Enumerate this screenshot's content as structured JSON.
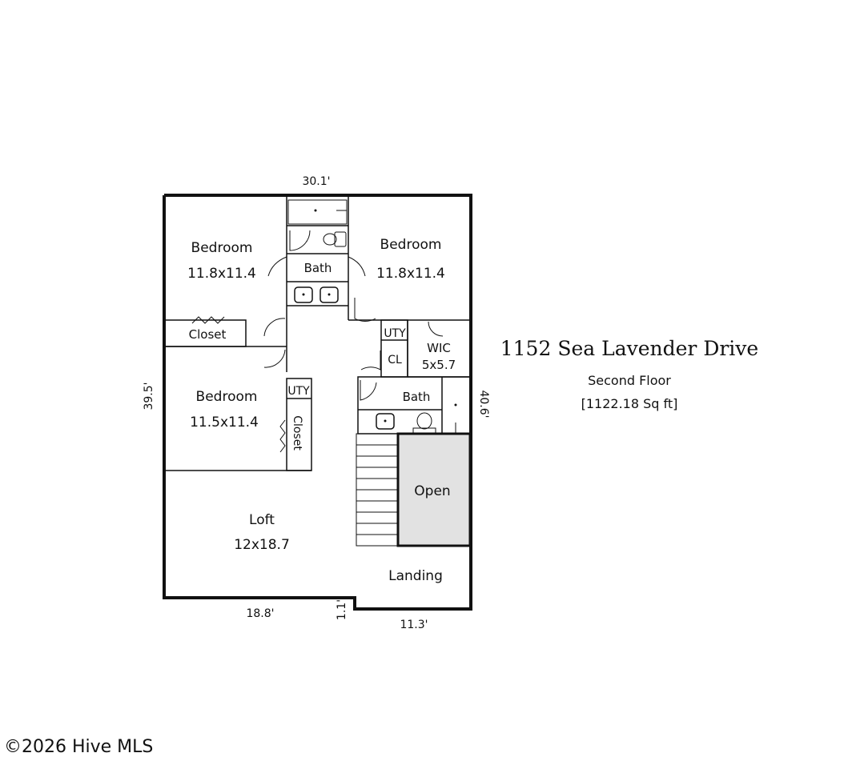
{
  "title": "1152 Sea Lavender Drive",
  "floor": "Second Floor",
  "area": "[1122.18 Sq ft]",
  "watermark": "©2026 Hive MLS",
  "dimensions": {
    "top": "30.1'",
    "left": "39.5'",
    "right": "40.6'",
    "bottom_left": "18.8'",
    "bottom_step": "1.1'",
    "bottom_right": "11.3'"
  },
  "rooms": {
    "bedroom1": {
      "name": "Bedroom",
      "size": "11.8x11.4"
    },
    "bedroom2": {
      "name": "Bedroom",
      "size": "11.8x11.4"
    },
    "bedroom3": {
      "name": "Bedroom",
      "size": "11.5x11.4"
    },
    "bath1": {
      "name": "Bath"
    },
    "bath2": {
      "name": "Bath"
    },
    "closet1": {
      "name": "Closet"
    },
    "closet2": {
      "name": "Closet"
    },
    "uty1": {
      "name": "UTY"
    },
    "uty2": {
      "name": "UTY"
    },
    "cl": {
      "name": "CL"
    },
    "wic": {
      "name": "WIC",
      "size": "5x5.7"
    },
    "loft": {
      "name": "Loft",
      "size": "12x18.7"
    },
    "open": {
      "name": "Open"
    },
    "landing": {
      "name": "Landing"
    }
  }
}
